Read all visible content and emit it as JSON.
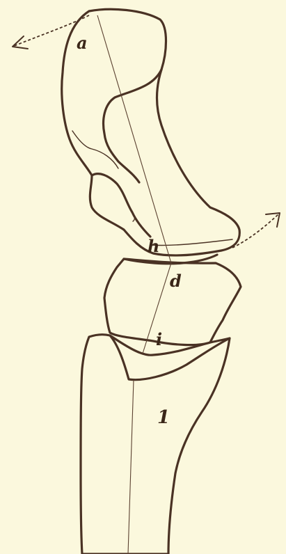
{
  "labels": {
    "a": "a",
    "h": "h",
    "d": "d",
    "i": "i",
    "one": "1"
  },
  "colors": {
    "background": "#fbf8dd",
    "ink": "#4a3224"
  }
}
